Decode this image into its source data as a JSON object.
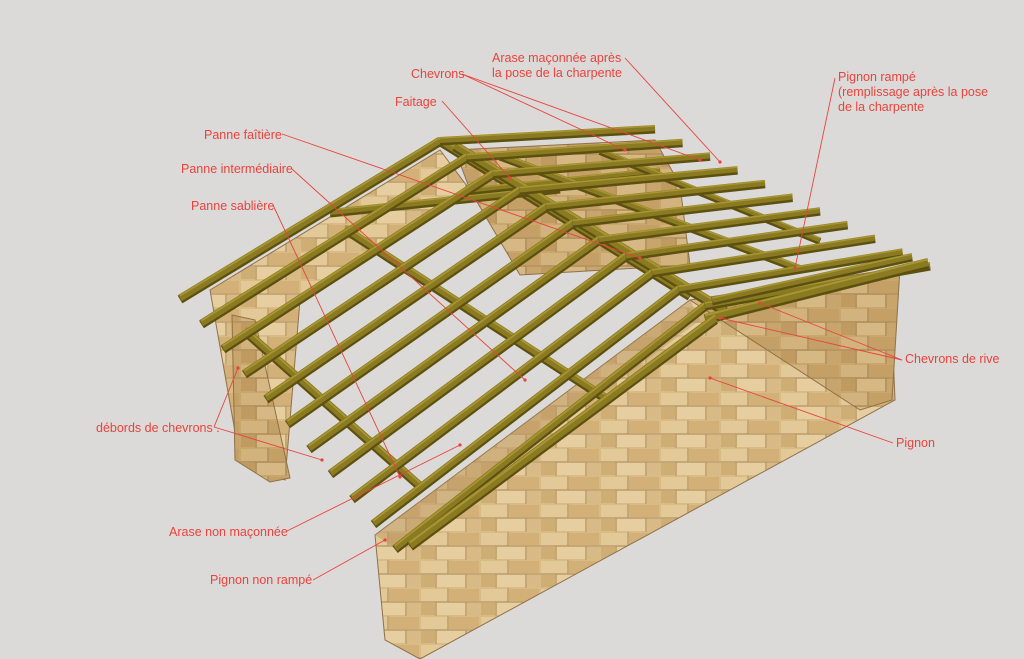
{
  "colors": {
    "background": "#dcdad8",
    "label": "#e8433d",
    "timber": "#8a7a22",
    "timber_dark": "#5c5010",
    "timber_light": "#a89633",
    "stone_light": "#e3c998",
    "stone_mid": "#d4b47c",
    "stone_dark": "#b89560",
    "mortar": "#9c7f55"
  },
  "labels": {
    "arase_maconnee": "Arase maçonnée après\nla pose de la charpente",
    "chevrons": "Chevrons",
    "faitage": "Faitage",
    "panne_faitiere": "Panne faîtière",
    "panne_intermediaire": "Panne intermédiaire",
    "panne_sabliere": "Panne sablière",
    "pignon_rampe": "Pignon rampé\n(remplissage après la pose\nde la charpente",
    "chevrons_de_rive": "Chevrons de rive",
    "pignon": "Pignon",
    "debords_de_chevrons": "débords de chevrons .",
    "arase_non_maconnee": "Arase non maçonnée",
    "pignon_non_rampe": "Pignon non rampé"
  }
}
